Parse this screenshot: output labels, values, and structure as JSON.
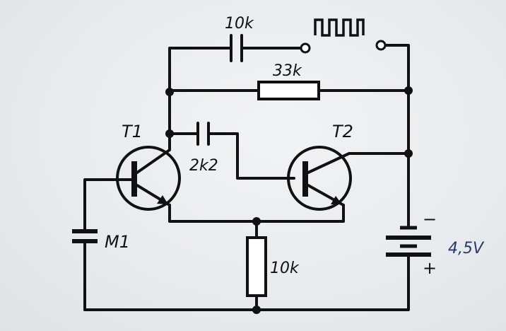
{
  "labels": {
    "cap_top": "10k",
    "res_33k": "33k",
    "t1": "T1",
    "t2": "T2",
    "cap_mid": "2k2",
    "mic": "M1",
    "res_10k": "10k",
    "voltage": "4,5V",
    "minus": "−",
    "plus": "+"
  },
  "icons": {
    "square_wave": "square-wave-icon",
    "battery": "battery-icon"
  },
  "colors": {
    "ink": "#111111",
    "voltage_label": "#2a3a66"
  }
}
